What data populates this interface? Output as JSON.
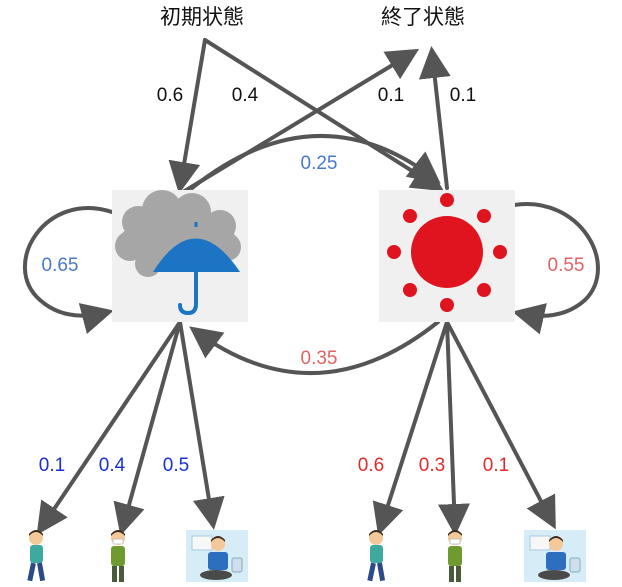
{
  "labels": {
    "start_state": "初期状態",
    "end_state": "終了状態"
  },
  "states": {
    "rain": {
      "icon": "rain-umbrella-icon"
    },
    "sun": {
      "icon": "sun-icon"
    }
  },
  "colors": {
    "arrow": "#555555",
    "black": "#111111",
    "blue_rain": "#4a78c9",
    "red_sun": "#e06262",
    "emission_blue": "#1a2fd4",
    "emission_red": "#e02a2a"
  },
  "probabilities": {
    "initial_rain": "0.6",
    "initial_sun": "0.4",
    "rain_to_end": "0.1",
    "sun_to_end": "0.1",
    "rain_to_sun": "0.25",
    "sun_to_rain": "0.35",
    "rain_self": "0.65",
    "sun_self": "0.55"
  },
  "emissions": {
    "rain": [
      "0.1",
      "0.4",
      "0.5"
    ],
    "sun": [
      "0.6",
      "0.3",
      "0.1"
    ]
  },
  "observations": [
    "walking-person-icon",
    "masked-person-icon",
    "cleaning-person-icon"
  ]
}
